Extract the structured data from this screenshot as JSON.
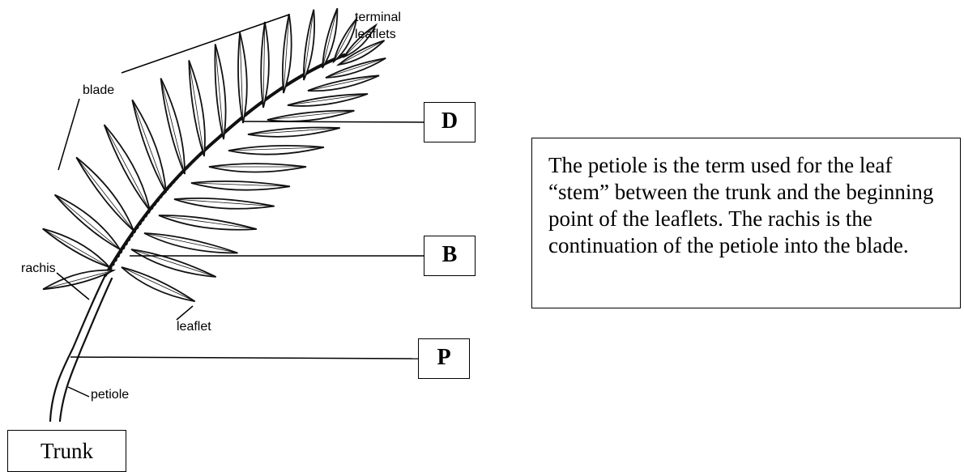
{
  "diagram": {
    "labels": {
      "terminal_line1": "terminal",
      "terminal_line2": "leaflets",
      "blade": "blade",
      "rachis": "rachis",
      "leaflet": "leaflet",
      "petiole": "petiole"
    },
    "boxes": {
      "d": "D",
      "b": "B",
      "p": "P",
      "trunk": "Trunk"
    },
    "description": "The petiole is the term used for the leaf “stem” between the trunk and the beginning point of the leaflets.  The rachis is the continuation of the petiole into the blade."
  }
}
